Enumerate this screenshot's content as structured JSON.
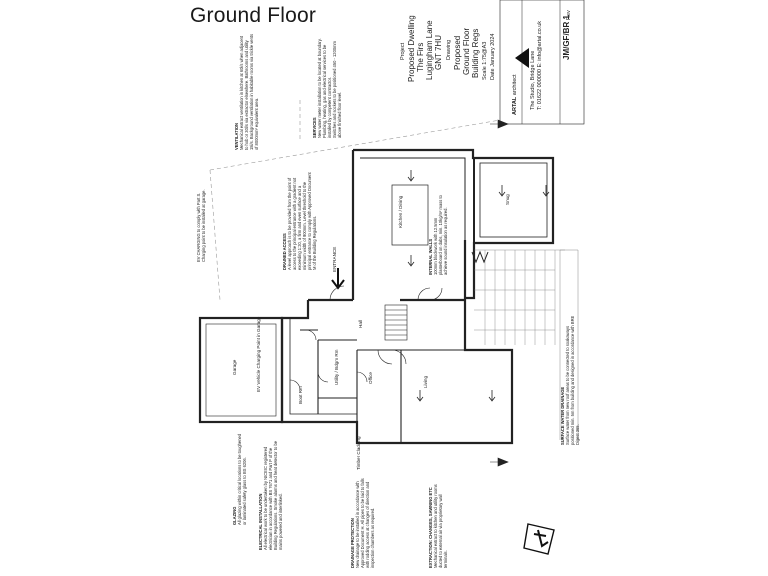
{
  "page": {
    "title": "Ground Floor"
  },
  "rooms": {
    "kitchen_dining": "Kitchen / Dining",
    "snug": "Snug",
    "living": "Living",
    "office": "Office",
    "utility": "Utility / Bdgm Rm",
    "boot_rm": "Boot Rm",
    "garage": "Garage",
    "entrance": "ENTRANCE",
    "hall": "Hall"
  },
  "title_block": {
    "project_label": "Project",
    "project": [
      "Proposed Dwelling",
      "The Firs",
      "Lugingham Lane",
      "GNT 7HU"
    ],
    "drawing_label": "Drawing",
    "drawing": [
      "Proposed",
      "Ground Floor",
      "Building Regs"
    ],
    "scale": "Scale  1:75@A3",
    "date": "Date   January 2024",
    "drawing_no": "JM/GF/BR 1",
    "rev": "Rev",
    "firm_prefix": "ARTAL",
    "firm_suffix": "architect",
    "firm_address": [
      "The Studio, Bridge Lane",
      "T: 01622 000000  E: info@artal.co.uk"
    ]
  },
  "notes": {
    "ventilation_title": "VENTILATION",
    "ventilation": "Mechanical extract ventilation in kitchen at 60l/s when adjacent to hob or 30l/s via extractor elsewhere. Bathrooms and utility 15l/s. Background ventilation in habitable rooms via trickle vents of 8000mm² equivalent area.",
    "services_title": "SERVICES",
    "services": "New water meter installation to be located at boundary. Plumbing, heating, gas and electrical services to be installed by competent contractor.",
    "switches": "Switches and sockets to be positioned 450 - 1200mm above finished floor level.",
    "drained_title": "DRAINED ACCESS",
    "drained": "A level approach is to be provided from the point of access to the principal entrance with a gradient not exceeding 1:20, a firm and even surface and a minimum width of 900mm. Level threshold to the principal entrance to comply with Approved Document M of the Building Regulations.",
    "internal_title": "INTERNAL WALLS",
    "internal": "100mm blockwork with 12.5mm plasterboard on dabs, min. 10kg/m² mass to achieve sound insulation as required.",
    "electrical_title": "ELECTRICAL INSTALLATION",
    "electrical": "All electrical work to be undertaken by NICEIC registered electrician in accordance with BS 7671 and Part P of the Building Regulations. Smoke alarms and heat detector to be mains powered and interlinked.",
    "glazing_title": "GLAZING",
    "glazing": "All glazing within critical locations to be toughened or laminated safety glass to BS 6206.",
    "drainage_title": "DRAINAGE PROTECTION",
    "drainage": "New drainage to be installed in accordance with Approved Document H. All pipes to be laid to falls with rodding access at changes of direction and inspection chambers as required.",
    "extraction_title": "EXTRACTION: CHANGES, SAWNING ETC",
    "extraction": "Mechanical extract to kitchen and utility rooms ducted to external air via proprietary wall terminals.",
    "surface_title": "SURFACE WATER DRAINAGE",
    "surface": "Surface water from new roof areas to be connected to soakaways positioned min. 5m from building and designed in accordance with BRE Digest 365.",
    "boundary": "EV CHARGING to comply with Part S. Charging point to be installed at garage.",
    "ev_charge": "EV Vehicle Charging Point in Garage",
    "timber_cladding": "Timber Cladding"
  }
}
